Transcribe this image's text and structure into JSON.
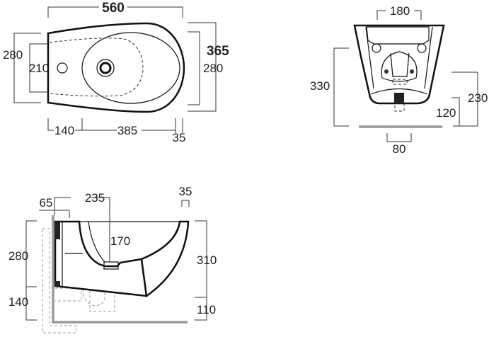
{
  "top_view": {
    "overall_length": "560",
    "overall_width": "365",
    "outer_width": "280",
    "inner_width": "210",
    "right_width": "280",
    "rear_offset": "140",
    "bowl_length": "385",
    "front_offset": "35"
  },
  "front_view": {
    "top_width": "180",
    "height": "330",
    "height_right": "230",
    "waste_height": "120",
    "waste_width": "80"
  },
  "side_view": {
    "wall_gap": "65",
    "drain_offset": "235",
    "bowl_depth": "170",
    "rim": "35",
    "upper_height": "280",
    "lower_height": "140",
    "total_height": "310",
    "floor_clearance": "110"
  }
}
